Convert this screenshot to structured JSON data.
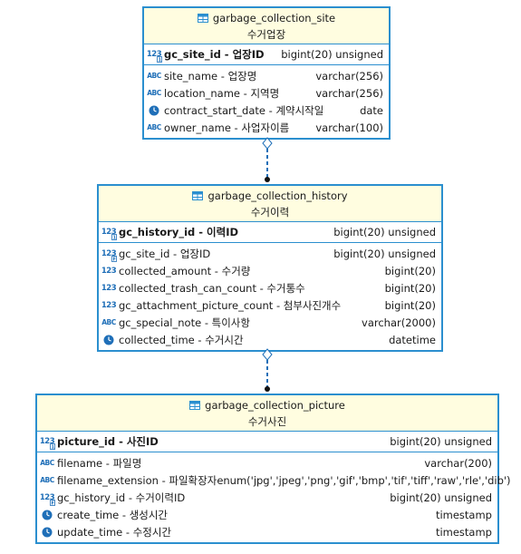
{
  "entities": {
    "site": {
      "name": "garbage_collection_site",
      "label": "수거업장",
      "pk": {
        "name": "gc_site_id - 업장ID",
        "type": "bigint(20) unsigned"
      },
      "columns": [
        {
          "icon": "abc",
          "name": "site_name - 업장명",
          "type": "varchar(256)"
        },
        {
          "icon": "abc",
          "name": "location_name - 지역명",
          "type": "varchar(256)"
        },
        {
          "icon": "clock",
          "name": "contract_start_date - 계약시작일",
          "type": "date"
        },
        {
          "icon": "abc",
          "name": "owner_name - 사업자이름",
          "type": "varchar(100)"
        }
      ]
    },
    "history": {
      "name": "garbage_collection_history",
      "label": "수거이력",
      "pk": {
        "name": "gc_history_id - 이력ID",
        "type": "bigint(20) unsigned"
      },
      "columns": [
        {
          "icon": "num-fk",
          "name": "gc_site_id - 업장ID",
          "type": "bigint(20) unsigned"
        },
        {
          "icon": "num",
          "name": "collected_amount - 수거량",
          "type": "bigint(20)"
        },
        {
          "icon": "num",
          "name": "collected_trash_can_count - 수거통수",
          "type": "bigint(20)"
        },
        {
          "icon": "num",
          "name": "gc_attachment_picture_count - 첨부사진개수",
          "type": "bigint(20)"
        },
        {
          "icon": "abc",
          "name": "gc_special_note - 특이사항",
          "type": "varchar(2000)"
        },
        {
          "icon": "clock",
          "name": "collected_time - 수거시간",
          "type": "datetime"
        }
      ]
    },
    "picture": {
      "name": "garbage_collection_picture",
      "label": "수거사진",
      "pk": {
        "name": "picture_id - 사진ID",
        "type": "bigint(20) unsigned"
      },
      "columns": [
        {
          "icon": "abc",
          "name": "filename - 파일명",
          "type": "varchar(200)"
        },
        {
          "icon": "abc",
          "name": "filename_extension - 파일확장자",
          "type": "enum('jpg','jpeg','png','gif','bmp','tif','tiff','raw','rle','dib')"
        },
        {
          "icon": "num-fk",
          "name": "gc_history_id - 수거이력ID",
          "type": "bigint(20) unsigned"
        },
        {
          "icon": "clock",
          "name": "create_time - 생성시간",
          "type": "timestamp"
        },
        {
          "icon": "clock",
          "name": "update_time - 수정시간",
          "type": "timestamp"
        }
      ]
    }
  },
  "icons": {
    "table": "table-icon",
    "number": "numeric-column-icon",
    "text": "text-column-icon",
    "datetime": "clock-icon"
  },
  "colors": {
    "border": "#2b8fcf",
    "header_bg": "#fffde0",
    "connector": "#1f6fb8"
  }
}
